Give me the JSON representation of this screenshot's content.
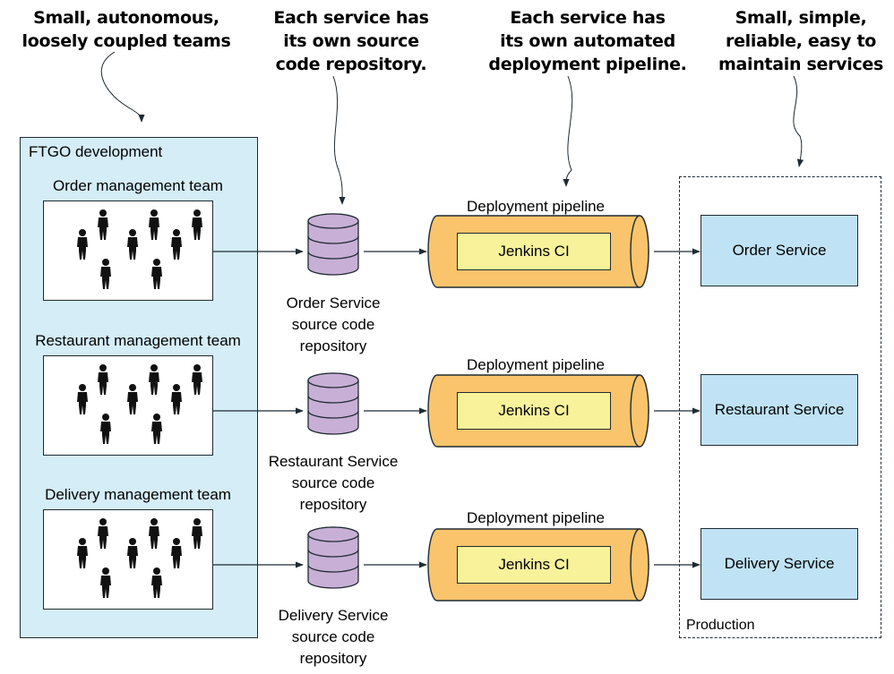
{
  "callouts": {
    "teams": "Small, autonomous,\nloosely coupled teams",
    "repo": "Each service has\nits own source\ncode repository.",
    "pipeline": "Each service has\nits own automated\ndeployment pipeline.",
    "services": "Small, simple,\nreliable, easy to\nmaintain services"
  },
  "development": {
    "title": "FTGO development",
    "teams": [
      {
        "label": "Order management team"
      },
      {
        "label": "Restaurant management team"
      },
      {
        "label": "Delivery management team"
      }
    ]
  },
  "repositories": [
    {
      "label": "Order Service\nsource code\nrepository"
    },
    {
      "label": "Restaurant Service\nsource code\nrepository"
    },
    {
      "label": "Delivery Service\nsource code\nrepository"
    }
  ],
  "pipelines": [
    {
      "label": "Deployment pipeline",
      "ci": "Jenkins CI"
    },
    {
      "label": "Deployment pipeline",
      "ci": "Jenkins CI"
    },
    {
      "label": "Deployment pipeline",
      "ci": "Jenkins CI"
    }
  ],
  "production": {
    "label": "Production",
    "services": [
      {
        "name": "Order Service"
      },
      {
        "name": "Restaurant Service"
      },
      {
        "name": "Delivery Service"
      }
    ]
  },
  "colors": {
    "development_bg": "#d4edf7",
    "service_bg": "#bfe3f5",
    "repository": "#c8afd6",
    "pipeline": "#f9c46b",
    "jenkins": "#f8f29a"
  },
  "icons": [
    "person-icon",
    "database-icon",
    "pipeline-cylinder-icon",
    "arrow-icon"
  ]
}
